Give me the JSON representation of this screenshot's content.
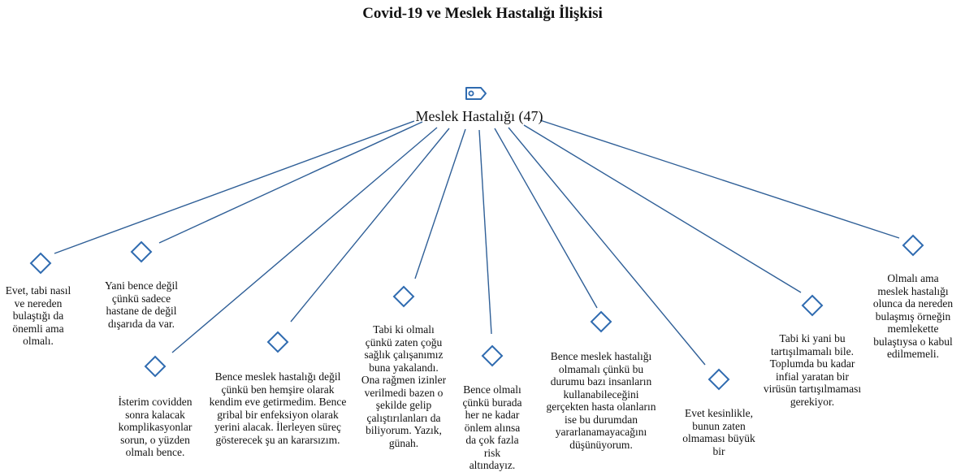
{
  "title": "Covid-19 ve Meslek Hastalığı İlişkisi",
  "root": {
    "label": "Meslek Hastalığı (47)",
    "icon": "tag-icon"
  },
  "colors": {
    "link": "#2f5f97",
    "node": "#2f6bb0",
    "text": "#111111"
  },
  "leaves": [
    {
      "id": "leaf-1",
      "text": "Evet, tabi nasıl ve nereden bulaştığı da önemli ama olmalı."
    },
    {
      "id": "leaf-2",
      "text": "Yani bence değil çünkü sadece hastane de değil dışarıda da var."
    },
    {
      "id": "leaf-3",
      "text": "İsterim covidden sonra kalacak komplikasyonlar sorun, o yüzden olmalı bence."
    },
    {
      "id": "leaf-4",
      "text": "Bence meslek hastalığı değil çünkü ben hemşire olarak kendim eve getirmedim. Bence gribal bir enfeksiyon olarak yerini alacak. İlerleyen süreç gösterecek şu an kararsızım."
    },
    {
      "id": "leaf-5",
      "text": "Tabi ki olmalı çünkü zaten çoğu sağlık çalışanımız buna yakalandı. Ona rağmen izinler verilmedi bazen o şekilde gelip çalıştırılanları da biliyorum. Yazık, günah."
    },
    {
      "id": "leaf-6",
      "text": "Bence olmalı çünkü burada her ne kadar önlem alınsa da çok fazla risk altındayız."
    },
    {
      "id": "leaf-7",
      "text": "Bence meslek hastalığı olmamalı çünkü bu durumu bazı insanların kullanabileceğini gerçekten hasta olanların ise bu durumdan yararlanamayacağını düşünüyorum."
    },
    {
      "id": "leaf-8",
      "text": "Evet kesinlikle, bunun zaten olmaması büyük bir"
    },
    {
      "id": "leaf-9",
      "text": "Tabi ki yani bu tartışılmamalı bile. Toplumda bu kadar infial yaratan bir virüsün tartışılmaması gerekiyor."
    },
    {
      "id": "leaf-10",
      "text": "Olmalı ama meslek hastalığı olunca da nereden bulaşmış örneğin memlekette bulaştıysa o kabul edilmemeli."
    }
  ]
}
